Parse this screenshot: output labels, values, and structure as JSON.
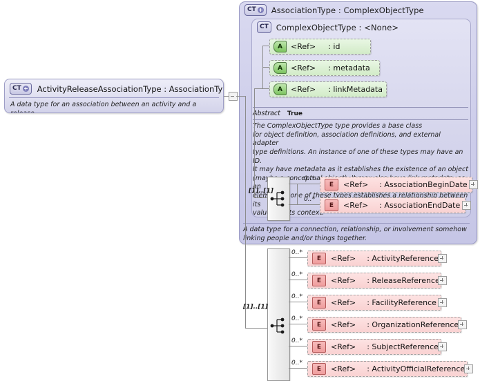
{
  "root_type": {
    "badge": "CT",
    "title": "ActivityReleaseAssociationType : AssociationType",
    "documentation": "A data type for an association between an activity and a release."
  },
  "association_type": {
    "badge": "CT",
    "title": "AssociationType : ComplexObjectType",
    "documentation": "A data type for a connection, relationship, or involvement somehow linking people and/or things together."
  },
  "complex_object_type": {
    "badge": "CT",
    "title": "ComplexObjectType : <None>",
    "abstract_label": "Abstract",
    "abstract_value": "True",
    "documentation": "The ComplexObjectType type provides a base class\nfor object definition, association definitions, and external adapter\ntype definitions. An instance of one of these types may have an ID.\nIt may have metadata as it establishes the existence of an object\n(maybe a conceptual object). It may also have link metadata, as an\nelement of one of these types establishes a relationship between its\nvalue and its context."
  },
  "attributes": [
    {
      "badge": "A",
      "ref": "<Ref>",
      "name": ": id"
    },
    {
      "badge": "A",
      "ref": "<Ref>",
      "name": ": metadata"
    },
    {
      "badge": "A",
      "ref": "<Ref>",
      "name": ": linkMetadata"
    }
  ],
  "sequence_upper": {
    "occurrence": "[1]..[1]",
    "elements": [
      {
        "badge": "E",
        "ref": "<Ref>",
        "name": ": AssociationBeginDate",
        "occurs": "0..*"
      },
      {
        "badge": "E",
        "ref": "<Ref>",
        "name": ": AssociationEndDate",
        "occurs": "0..*"
      }
    ]
  },
  "sequence_lower": {
    "occurrence": "[1]..[1]",
    "elements": [
      {
        "badge": "E",
        "ref": "<Ref>",
        "name": ": ActivityReference",
        "occurs": "0..*"
      },
      {
        "badge": "E",
        "ref": "<Ref>",
        "name": ": ReleaseReference",
        "occurs": "0..*"
      },
      {
        "badge": "E",
        "ref": "<Ref>",
        "name": ": FacilityReference",
        "occurs": "0..*"
      },
      {
        "badge": "E",
        "ref": "<Ref>",
        "name": ": OrganizationReference",
        "occurs": "0..*"
      },
      {
        "badge": "E",
        "ref": "<Ref>",
        "name": ": SubjectReference",
        "occurs": "0..*"
      },
      {
        "badge": "E",
        "ref": "<Ref>",
        "name": ": ActivityOfficialReference",
        "occurs": "0..*"
      }
    ]
  },
  "colors": {
    "attribute_fill": "#dcf0d4",
    "element_fill": "#fbd9d9",
    "complextype_fill": "#d5d5ec",
    "line": "#8c8c8c"
  }
}
